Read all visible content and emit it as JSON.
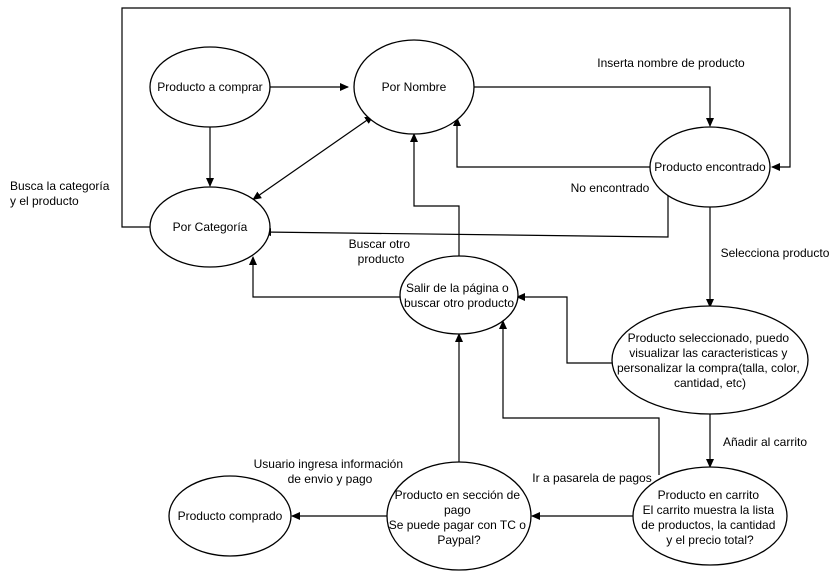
{
  "diagram": {
    "nodes": {
      "producto_a_comprar": {
        "lines": [
          "Producto a comprar"
        ]
      },
      "por_nombre": {
        "lines": [
          "Por Nombre"
        ]
      },
      "por_categoria": {
        "lines": [
          "Por Categoría"
        ]
      },
      "producto_encontrado": {
        "lines": [
          "Producto encontrado"
        ]
      },
      "salir_pagina": {
        "lines": [
          "Salir de la página o",
          "buscar otro producto"
        ]
      },
      "producto_seleccionado": {
        "lines": [
          "Producto seleccionado, puedo",
          "visualizar las caracteristicas y",
          "personalizar la compra(talla, color,",
          "cantidad, etc)"
        ]
      },
      "producto_carrito": {
        "lines": [
          "Producto en carrito",
          "El carrito muestra la lista",
          "de productos, la cantidad",
          "y el precio total?"
        ]
      },
      "seccion_pago": {
        "lines": [
          "Producto en sección de",
          "pago",
          "Se puede pagar con TC o",
          "Paypal?"
        ]
      },
      "producto_comprado": {
        "lines": [
          "Producto comprado"
        ]
      }
    },
    "edge_labels": {
      "busca_categoria": {
        "lines": [
          "Busca la categoría",
          "y el producto"
        ]
      },
      "inserta_nombre": {
        "lines": [
          "Inserta nombre de producto"
        ]
      },
      "no_encontrado": {
        "lines": [
          "No encontrado"
        ]
      },
      "buscar_otro": {
        "lines": [
          "Buscar otro",
          "producto"
        ]
      },
      "selecciona_producto": {
        "lines": [
          "Selecciona producto"
        ]
      },
      "anadir_carrito": {
        "lines": [
          "Añadir al carrito"
        ]
      },
      "pasarela_pagos": {
        "lines": [
          "Ir a pasarela de pagos"
        ]
      },
      "usuario_ingresa": {
        "lines": [
          "Usuario ingresa información",
          "de envio y pago"
        ]
      }
    }
  }
}
